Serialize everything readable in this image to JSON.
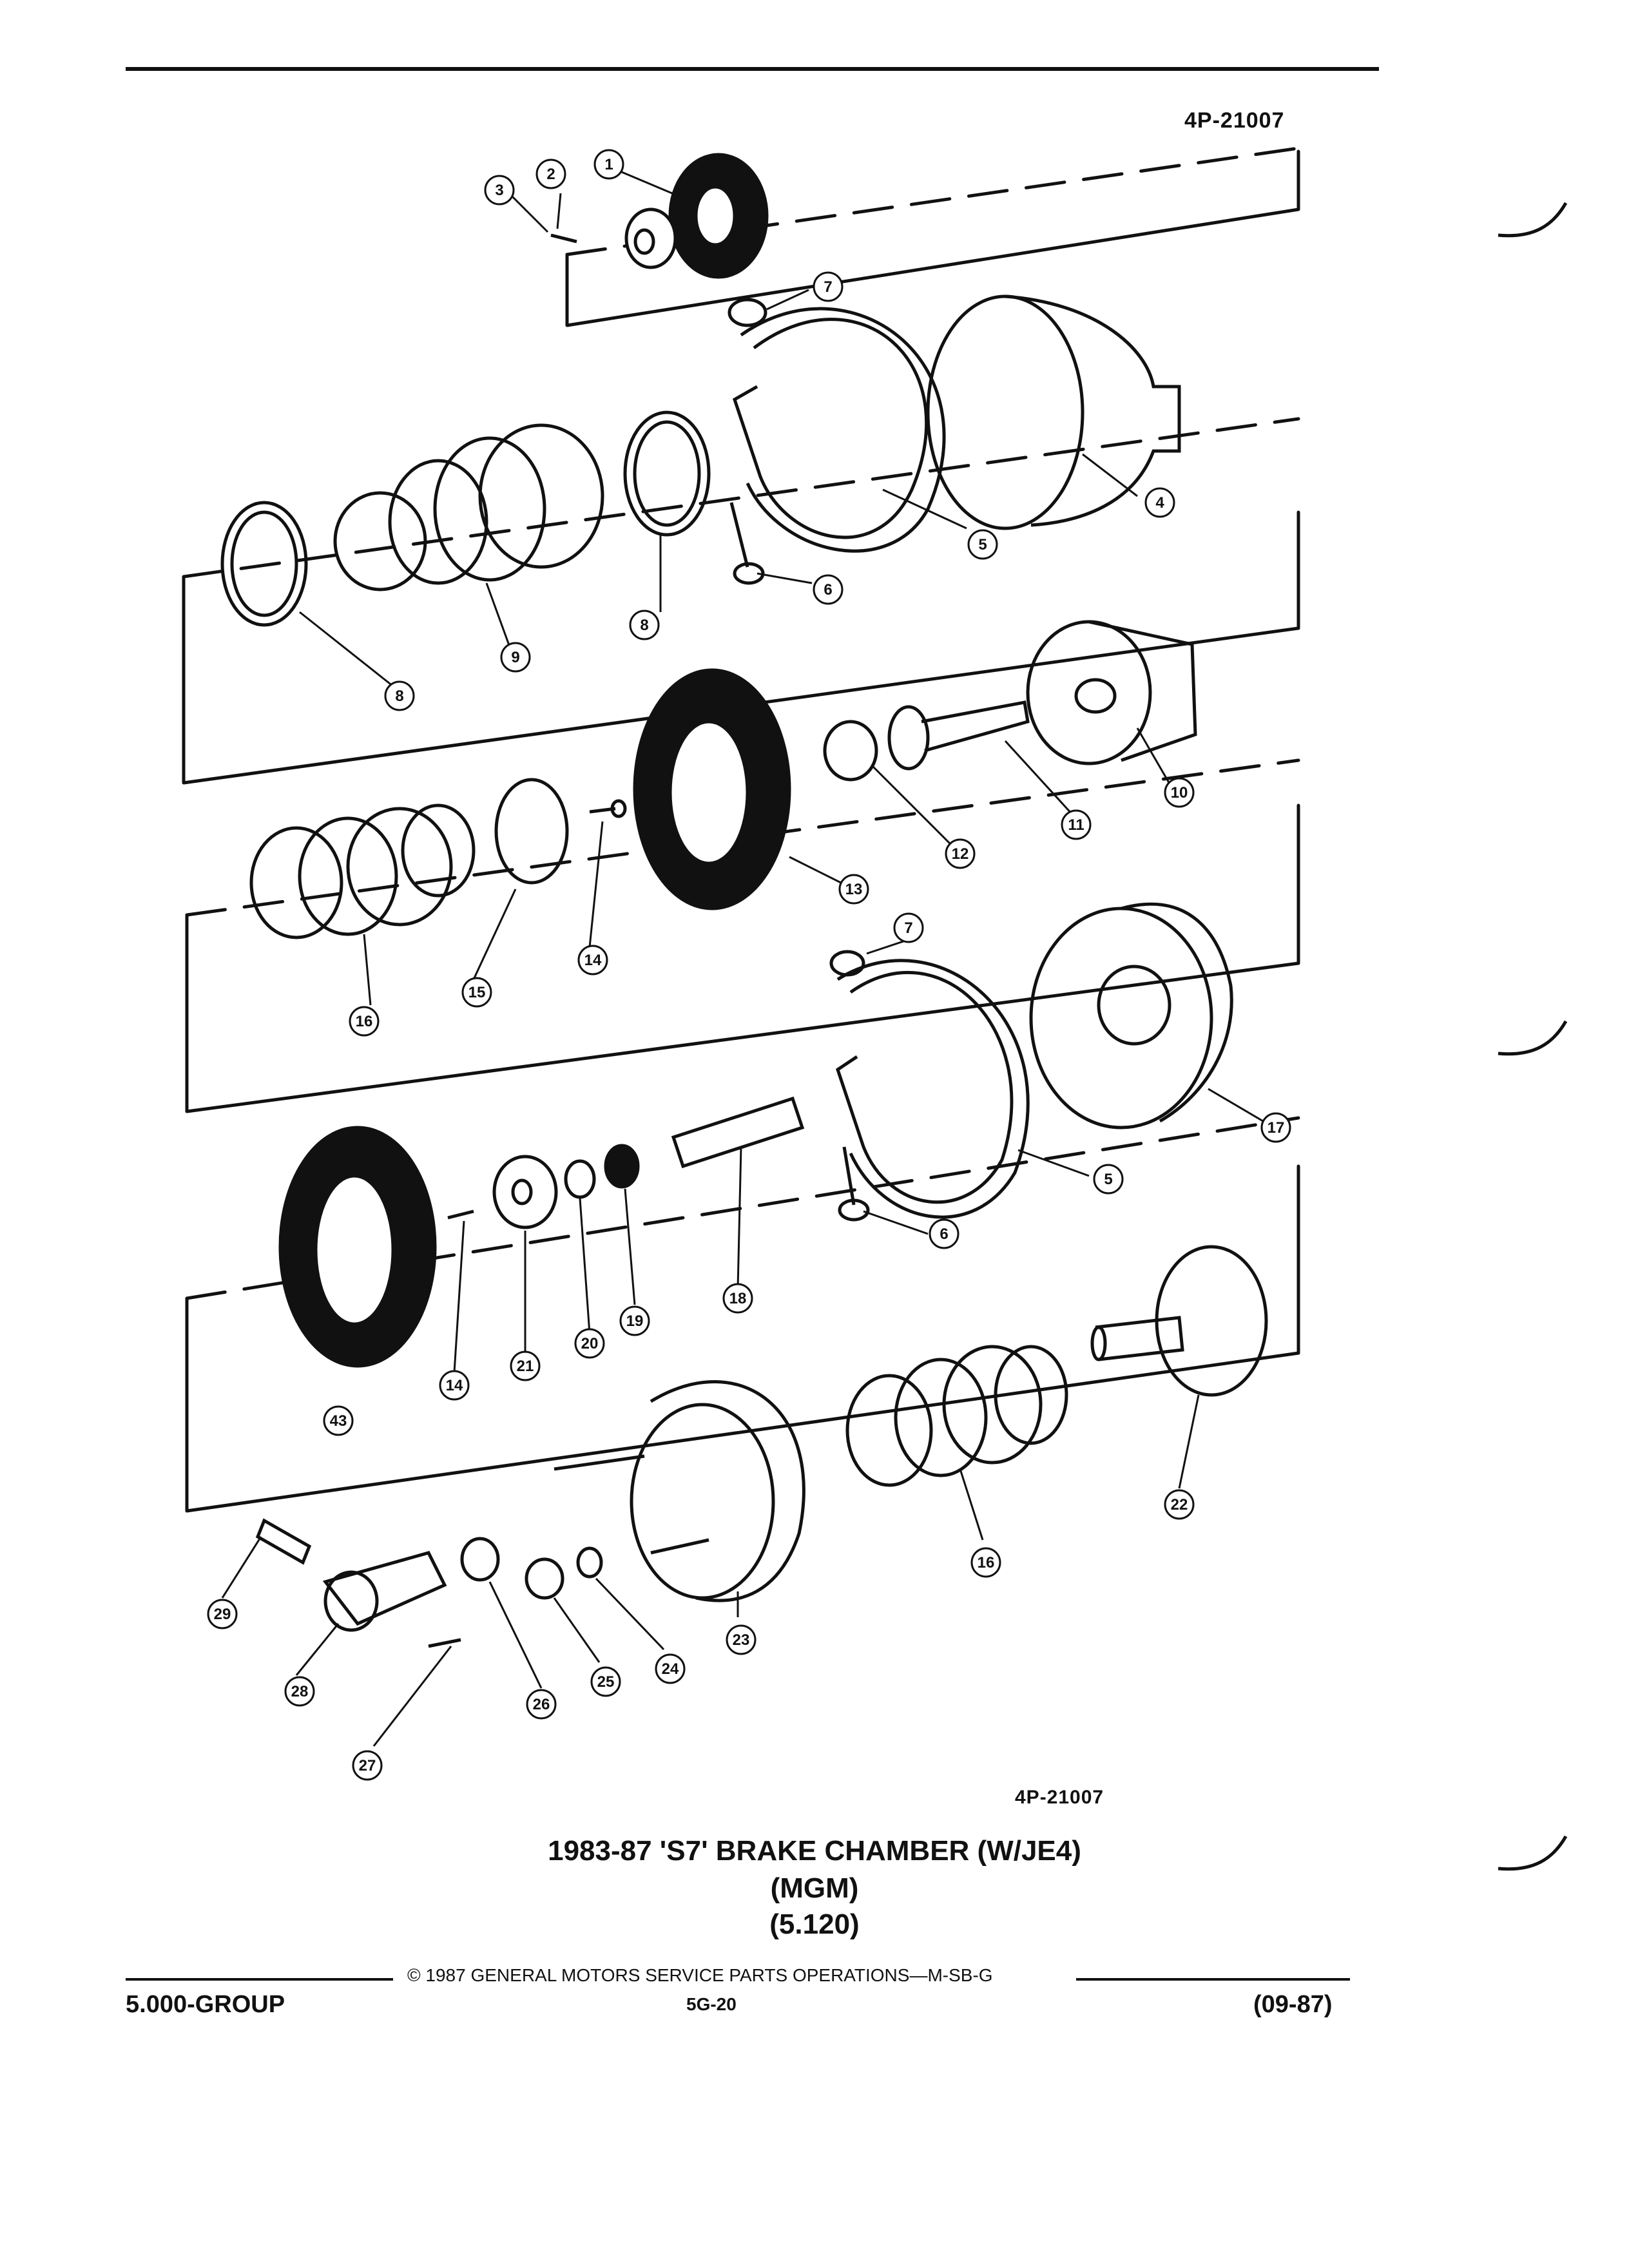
{
  "header": {
    "drawing_code": "4P-21007"
  },
  "diagram": {
    "callouts": [
      "1",
      "2",
      "3",
      "4",
      "5",
      "6",
      "7",
      "8",
      "9",
      "8",
      "10",
      "11",
      "12",
      "13",
      "14",
      "15",
      "16",
      "17",
      "7",
      "5",
      "6",
      "18",
      "19",
      "20",
      "21",
      "14",
      "43",
      "22",
      "16",
      "23",
      "24",
      "25",
      "26",
      "27",
      "28",
      "29"
    ]
  },
  "footer_code": "4P-21007",
  "caption": {
    "line1": "1983-87 'S7' BRAKE CHAMBER (W/JE4)",
    "line2": "(MGM)",
    "line3": "(5.120)"
  },
  "footer": {
    "copyright": "© 1987 GENERAL MOTORS SERVICE PARTS OPERATIONS—M-SB-G",
    "group": "5.000-GROUP",
    "page": "5G-20",
    "date": "(09-87)"
  }
}
